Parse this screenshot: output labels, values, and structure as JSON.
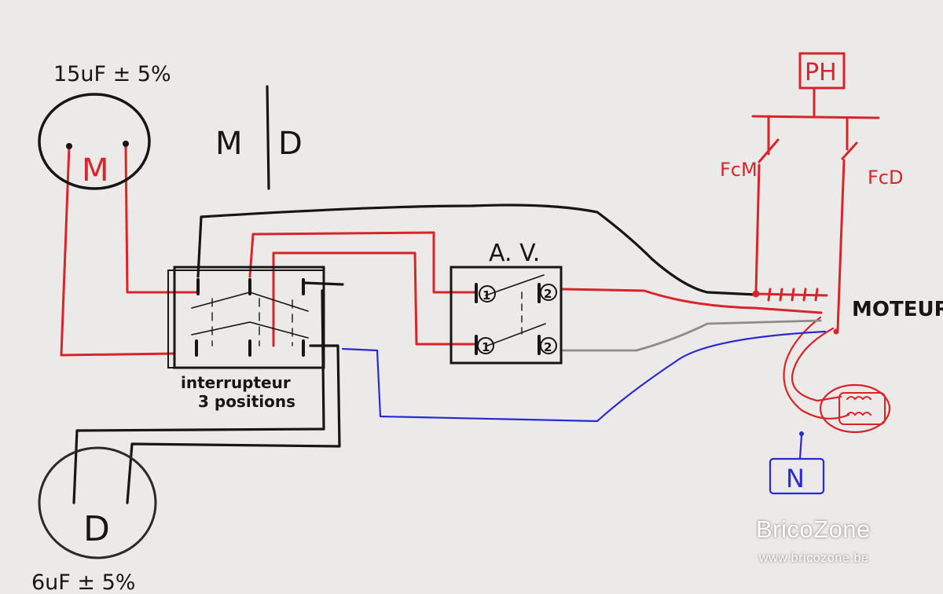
{
  "colors": {
    "paper": "#eceae8",
    "ink_black": "#161616",
    "ink_red": "#d8242a",
    "ink_blue": "#2a2ad0",
    "ink_gray": "#8c8c8c",
    "watermark": "#ffffff"
  },
  "labels": {
    "cap_m_value": "15uF ± 5%",
    "cap_m_letter": "M",
    "direction_m": "M",
    "direction_d": "D",
    "switch_caption_1": "interrupteur",
    "switch_caption_2": "3 positions",
    "av_title": "A. V.",
    "av_pin_1": "1",
    "av_pin_2": "2",
    "av_pin_3": "2",
    "av_pin_4": "1",
    "ph": "PH",
    "fcm": "FcM",
    "fcd": "FcD",
    "motor": "MOTEUR",
    "neutral": "N",
    "cap_d_letter": "D",
    "cap_d_value": "6uF ± 5%"
  },
  "watermark": {
    "name": "BricoZone",
    "url": "www.bricozone.be"
  }
}
